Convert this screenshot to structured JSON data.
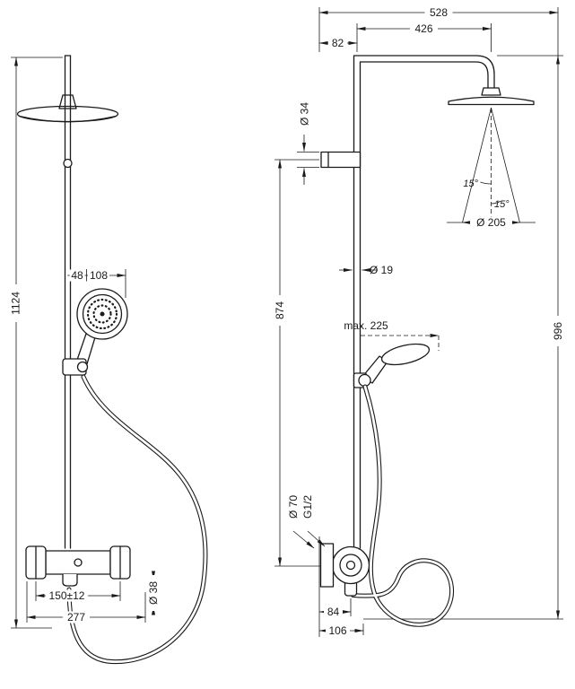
{
  "front": {
    "h_total": "1124",
    "w_holder": "48",
    "w_head": "108",
    "valve_centers": "150±12",
    "valve_width": "277",
    "hose_d": "Ø 38"
  },
  "side": {
    "w_total": "528",
    "w_arm": "426",
    "w_offset": "82",
    "bracket_d": "Ø 34",
    "spray_angle_l": "15°",
    "spray_angle_r": "15°",
    "spray_d": "Ø 205",
    "pipe_d": "Ø 19",
    "h_bracket": "874",
    "h_total": "996",
    "reach_max": "max. 225",
    "flange_d": "Ø 70",
    "thread": "G1/2",
    "w_outlet": "84",
    "w_hose": "106"
  }
}
